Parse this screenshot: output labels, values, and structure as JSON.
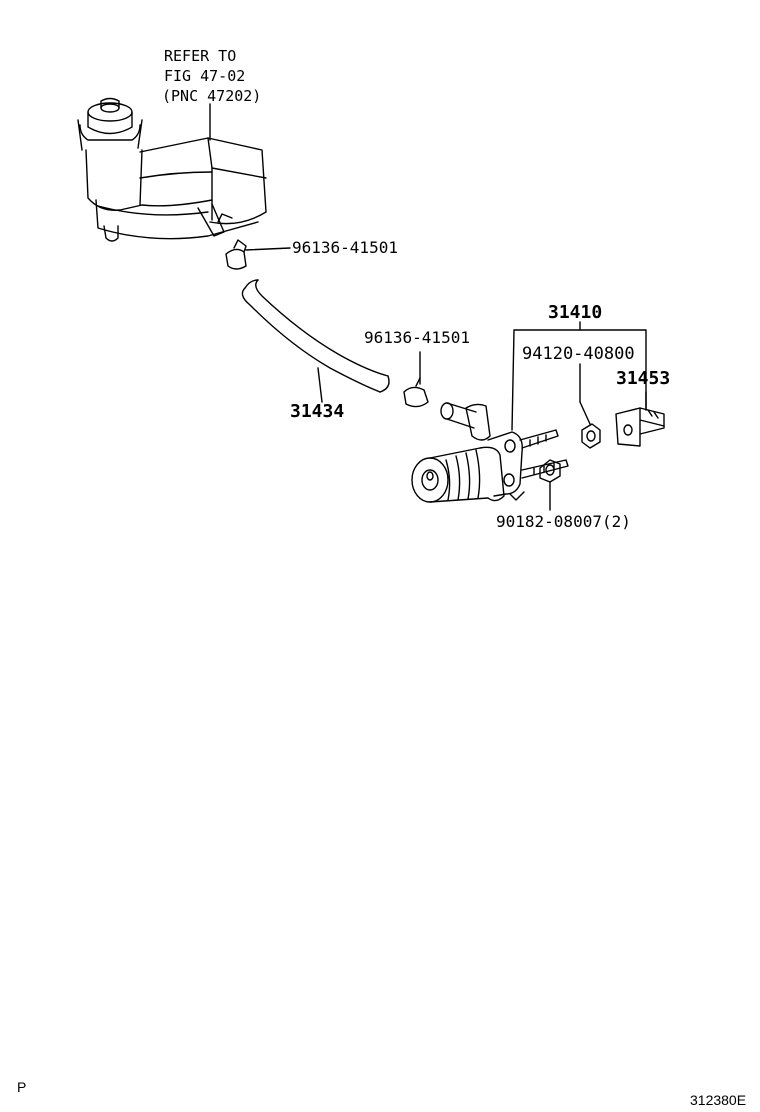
{
  "diagram": {
    "reference_note": {
      "line1": "REFER TO",
      "line2": "FIG 47-02",
      "line3": "(PNC 47202)"
    },
    "callouts": {
      "clamp_upper": "96136-41501",
      "clamp_lower": "96136-41501",
      "hose": "31434",
      "cylinder_assy": "31410",
      "nut": "94120-40800",
      "bracket": "31453",
      "bolt": "90182-08007(2)"
    },
    "corner_left": "P",
    "corner_right": "312380E"
  }
}
